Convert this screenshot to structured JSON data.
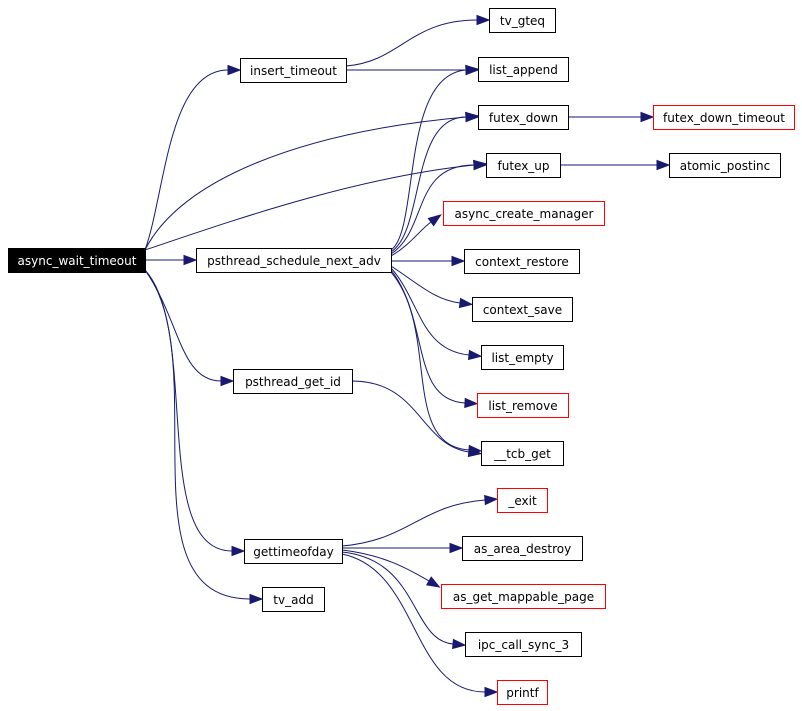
{
  "diagram": {
    "type": "call-graph",
    "root": "async_wait_timeout",
    "colors": {
      "edge": "#191970",
      "node_border": "#000000",
      "truncated_border": "#ff0000",
      "root_fill": "#000000",
      "root_text": "#ffffff"
    },
    "nodes": [
      {
        "id": "async_wait_timeout",
        "label": "async_wait_timeout",
        "style": "root"
      },
      {
        "id": "insert_timeout",
        "label": "insert_timeout",
        "style": "normal"
      },
      {
        "id": "psthread_schedule_next_adv",
        "label": "psthread_schedule_next_adv",
        "style": "normal"
      },
      {
        "id": "psthread_get_id",
        "label": "psthread_get_id",
        "style": "normal"
      },
      {
        "id": "gettimeofday",
        "label": "gettimeofday",
        "style": "normal"
      },
      {
        "id": "tv_add",
        "label": "tv_add",
        "style": "normal"
      },
      {
        "id": "tv_gteq",
        "label": "tv_gteq",
        "style": "normal"
      },
      {
        "id": "list_append",
        "label": "list_append",
        "style": "normal"
      },
      {
        "id": "futex_down",
        "label": "futex_down",
        "style": "normal"
      },
      {
        "id": "futex_up",
        "label": "futex_up",
        "style": "normal"
      },
      {
        "id": "async_create_manager",
        "label": "async_create_manager",
        "style": "truncated"
      },
      {
        "id": "context_restore",
        "label": "context_restore",
        "style": "normal"
      },
      {
        "id": "context_save",
        "label": "context_save",
        "style": "normal"
      },
      {
        "id": "list_empty",
        "label": "list_empty",
        "style": "normal"
      },
      {
        "id": "list_remove",
        "label": "list_remove",
        "style": "truncated"
      },
      {
        "id": "__tcb_get",
        "label": "__tcb_get",
        "style": "normal"
      },
      {
        "id": "_exit",
        "label": "_exit",
        "style": "truncated"
      },
      {
        "id": "as_area_destroy",
        "label": "as_area_destroy",
        "style": "normal"
      },
      {
        "id": "as_get_mappable_page",
        "label": "as_get_mappable_page",
        "style": "truncated"
      },
      {
        "id": "ipc_call_sync_3",
        "label": "ipc_call_sync_3",
        "style": "normal"
      },
      {
        "id": "printf",
        "label": "printf",
        "style": "truncated"
      },
      {
        "id": "futex_down_timeout",
        "label": "futex_down_timeout",
        "style": "truncated"
      },
      {
        "id": "atomic_postinc",
        "label": "atomic_postinc",
        "style": "normal"
      }
    ],
    "edges": [
      {
        "from": "async_wait_timeout",
        "to": "insert_timeout"
      },
      {
        "from": "async_wait_timeout",
        "to": "futex_down"
      },
      {
        "from": "async_wait_timeout",
        "to": "futex_up"
      },
      {
        "from": "async_wait_timeout",
        "to": "psthread_schedule_next_adv"
      },
      {
        "from": "async_wait_timeout",
        "to": "psthread_get_id"
      },
      {
        "from": "async_wait_timeout",
        "to": "gettimeofday"
      },
      {
        "from": "async_wait_timeout",
        "to": "tv_add"
      },
      {
        "from": "insert_timeout",
        "to": "tv_gteq"
      },
      {
        "from": "insert_timeout",
        "to": "list_append"
      },
      {
        "from": "futex_down",
        "to": "futex_down_timeout"
      },
      {
        "from": "futex_up",
        "to": "atomic_postinc"
      },
      {
        "from": "psthread_schedule_next_adv",
        "to": "list_append"
      },
      {
        "from": "psthread_schedule_next_adv",
        "to": "futex_down"
      },
      {
        "from": "psthread_schedule_next_adv",
        "to": "futex_up"
      },
      {
        "from": "psthread_schedule_next_adv",
        "to": "async_create_manager"
      },
      {
        "from": "psthread_schedule_next_adv",
        "to": "context_restore"
      },
      {
        "from": "psthread_schedule_next_adv",
        "to": "context_save"
      },
      {
        "from": "psthread_schedule_next_adv",
        "to": "list_empty"
      },
      {
        "from": "psthread_schedule_next_adv",
        "to": "list_remove"
      },
      {
        "from": "psthread_schedule_next_adv",
        "to": "__tcb_get"
      },
      {
        "from": "psthread_get_id",
        "to": "__tcb_get"
      },
      {
        "from": "gettimeofday",
        "to": "_exit"
      },
      {
        "from": "gettimeofday",
        "to": "as_area_destroy"
      },
      {
        "from": "gettimeofday",
        "to": "as_get_mappable_page"
      },
      {
        "from": "gettimeofday",
        "to": "ipc_call_sync_3"
      },
      {
        "from": "gettimeofday",
        "to": "printf"
      }
    ]
  }
}
